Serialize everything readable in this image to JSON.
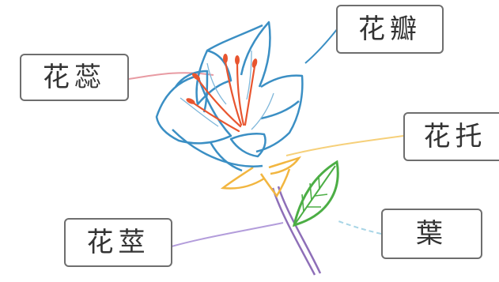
{
  "diagram": {
    "labels": {
      "stamen": "花蕊",
      "petal": "花瓣",
      "receptacle": "花托",
      "stem": "花莖",
      "leaf": "葉"
    }
  },
  "colors": {
    "petal_outline": "#3b8fc4",
    "stamen": "#e8552f",
    "receptacle": "#f2b640",
    "leaf": "#4cae45",
    "stem": "#8e6fb8",
    "leader_stamen": "#e89ba3",
    "leader_petal": "#3b8fc4",
    "leader_receptacle": "#f6d07a",
    "leader_stem": "#b39ddb",
    "leader_leaf": "#a8d5e6",
    "box_border": "#6e6e6e"
  }
}
